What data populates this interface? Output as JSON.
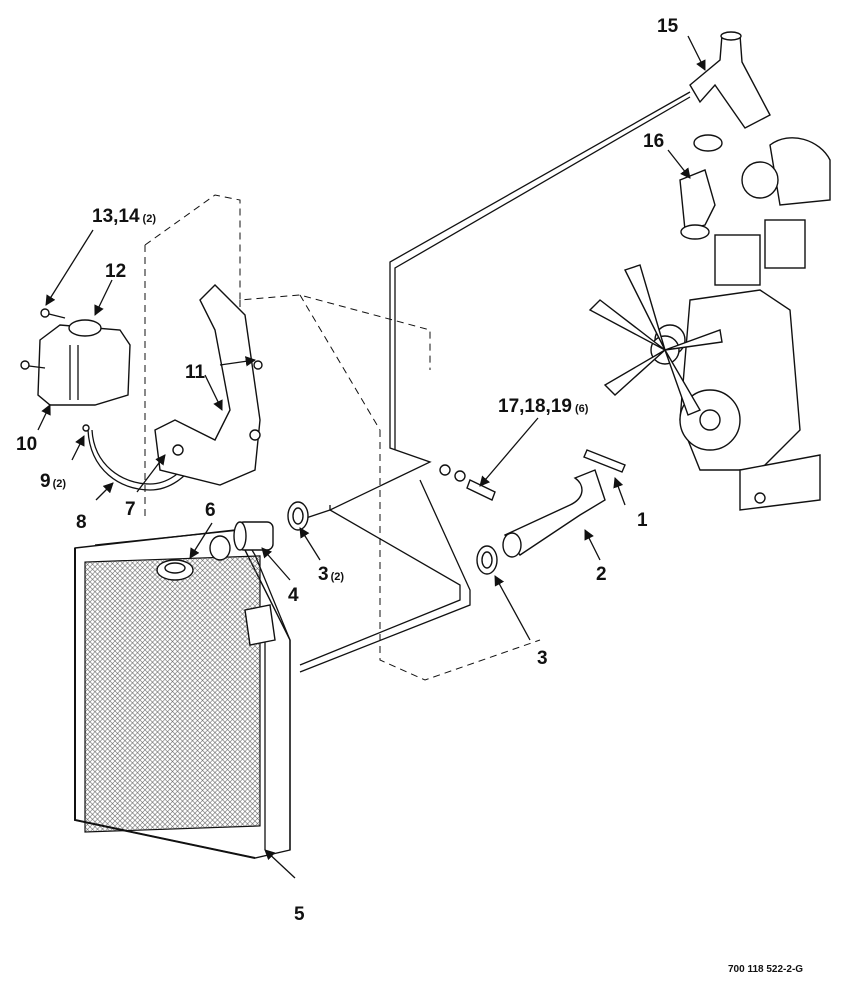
{
  "callouts": [
    {
      "id": "c1",
      "text": "1",
      "qty": ""
    },
    {
      "id": "c2",
      "text": "2",
      "qty": ""
    },
    {
      "id": "c3a",
      "text": "3",
      "qty": "(2)"
    },
    {
      "id": "c3b",
      "text": "3",
      "qty": ""
    },
    {
      "id": "c4",
      "text": "4",
      "qty": ""
    },
    {
      "id": "c5",
      "text": "5",
      "qty": ""
    },
    {
      "id": "c6",
      "text": "6",
      "qty": ""
    },
    {
      "id": "c7",
      "text": "7",
      "qty": ""
    },
    {
      "id": "c8",
      "text": "8",
      "qty": ""
    },
    {
      "id": "c9",
      "text": "9",
      "qty": "(2)"
    },
    {
      "id": "c10",
      "text": "10",
      "qty": ""
    },
    {
      "id": "c11",
      "text": "11",
      "qty": ""
    },
    {
      "id": "c12",
      "text": "12",
      "qty": ""
    },
    {
      "id": "c13",
      "text": "13,14",
      "qty": "(2)"
    },
    {
      "id": "c15",
      "text": "15",
      "qty": ""
    },
    {
      "id": "c16",
      "text": "16",
      "qty": ""
    },
    {
      "id": "c17",
      "text": "17,18,19",
      "qty": "(6)"
    }
  ],
  "drawing_code": "700 118 522-2-G"
}
